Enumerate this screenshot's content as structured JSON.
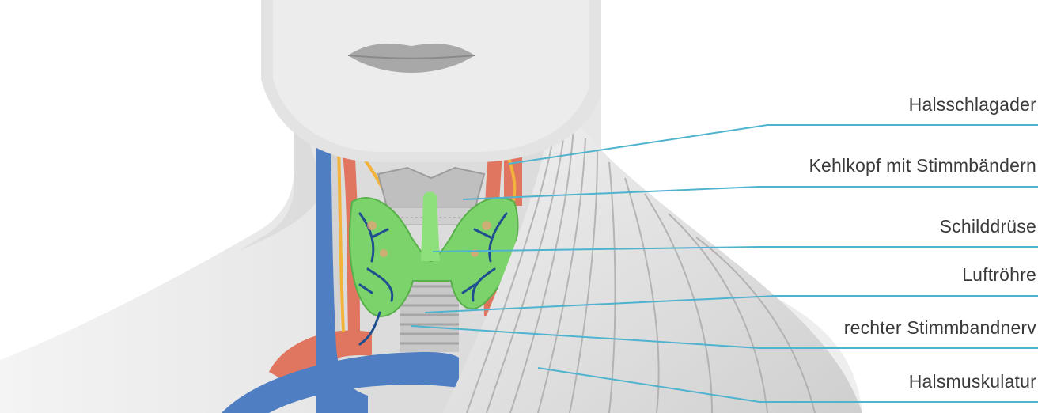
{
  "labels": [
    {
      "id": "halsschlagader",
      "text": "Halsschlagader"
    },
    {
      "id": "kehlkopf",
      "text": "Kehlkopf mit Stimmbändern"
    },
    {
      "id": "schilddruese",
      "text": "Schilddrüse"
    },
    {
      "id": "luftroehre",
      "text": "Luftröhre"
    },
    {
      "id": "stimmbandnerv",
      "text": "rechter Stimmbandnerv"
    },
    {
      "id": "halsmuskulatur",
      "text": "Halsmuskulatur"
    }
  ],
  "colors": {
    "skin": "#e4e4e4",
    "skin_shadow": "#cfcfcf",
    "vein": "#4f7fc2",
    "artery": "#e07560",
    "thyroid": "#7cd36b",
    "cartilage": "#bfbfbf",
    "muscle": "#d9d9d9",
    "leader": "#4fb3cf",
    "nerve": "#f3b23a"
  }
}
